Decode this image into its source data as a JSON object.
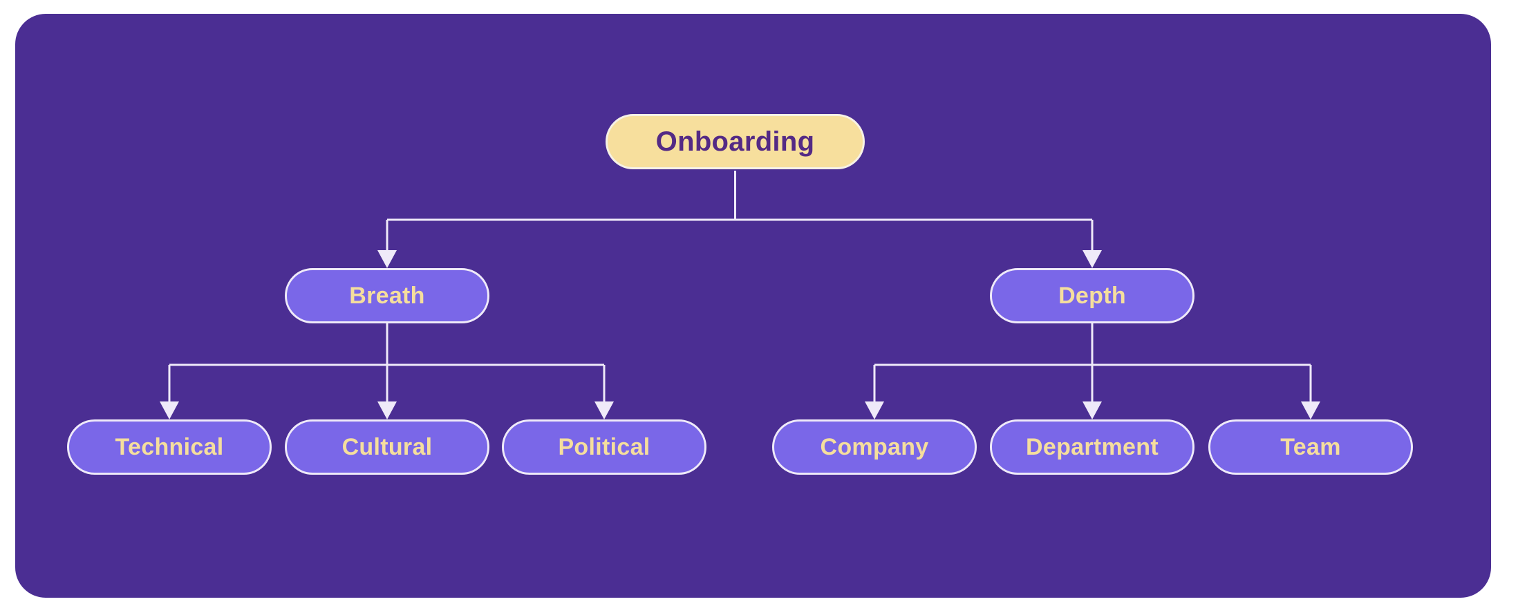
{
  "diagram": {
    "type": "tree",
    "nodes": {
      "onboarding": {
        "label": "Onboarding",
        "role": "root"
      },
      "breath": {
        "label": "Breath",
        "role": "branch"
      },
      "depth": {
        "label": "Depth",
        "role": "branch"
      },
      "technical": {
        "label": "Technical",
        "role": "leaf"
      },
      "cultural": {
        "label": "Cultural",
        "role": "leaf"
      },
      "political": {
        "label": "Political",
        "role": "leaf"
      },
      "company": {
        "label": "Company",
        "role": "leaf"
      },
      "department": {
        "label": "Department",
        "role": "leaf"
      },
      "team": {
        "label": "Team",
        "role": "leaf"
      }
    },
    "edges": [
      {
        "from": "onboarding",
        "to": "breath"
      },
      {
        "from": "onboarding",
        "to": "depth"
      },
      {
        "from": "breath",
        "to": "technical"
      },
      {
        "from": "breath",
        "to": "cultural"
      },
      {
        "from": "breath",
        "to": "political"
      },
      {
        "from": "depth",
        "to": "company"
      },
      {
        "from": "depth",
        "to": "department"
      },
      {
        "from": "depth",
        "to": "team"
      }
    ]
  },
  "colors": {
    "canvas_bg": "#ffffff",
    "board_bg": "#4B2E93",
    "node_fill": "#7A67E8",
    "node_border": "#EFEAF9",
    "node_text": "#F5DE9D",
    "root_fill": "#F7DF9D",
    "root_border": "#F6F1E6",
    "root_text": "#542A85",
    "connector": "#EFEAF9"
  }
}
